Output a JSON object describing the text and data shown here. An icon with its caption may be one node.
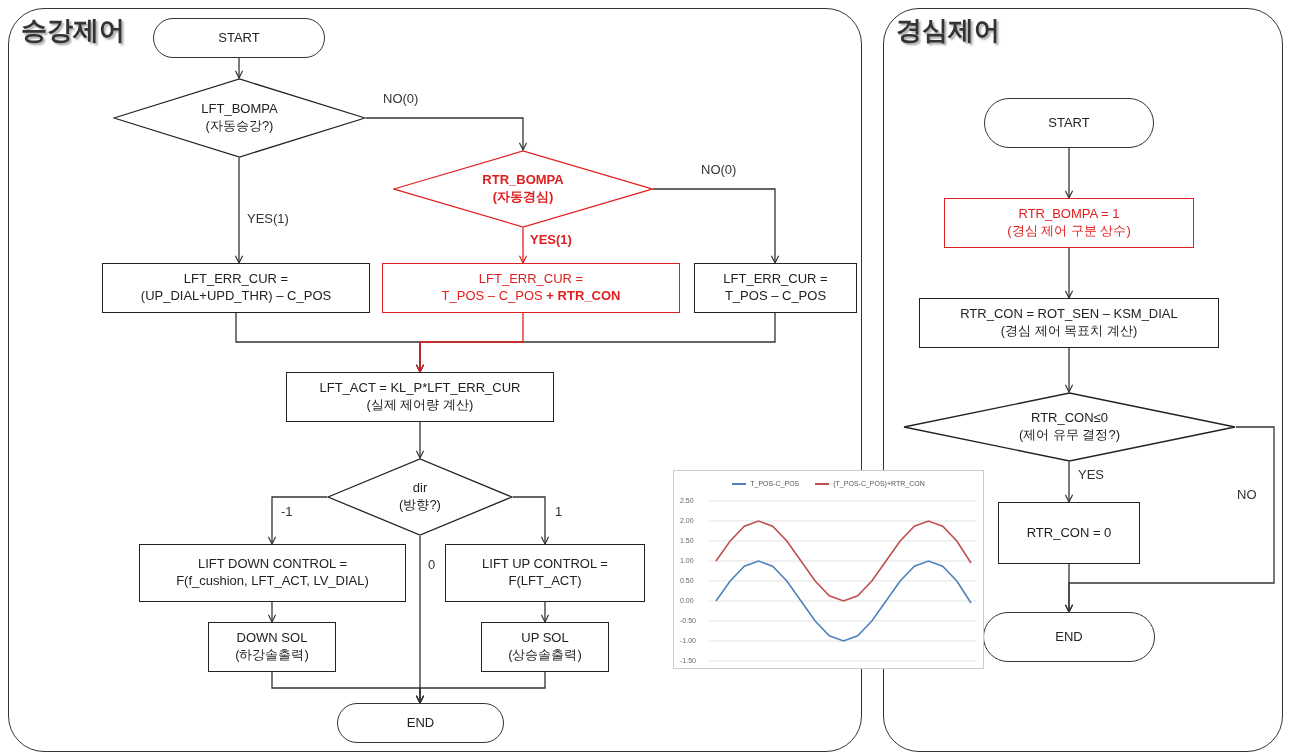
{
  "diagram": {
    "nodes": [
      {
        "text": [
          "승강제어"
        ]
      },
      {
        "text": [
          "START"
        ],
        "in": 0
      },
      {
        "text": [
          "LFT_BOMPA",
          "(자동승강?)"
        ],
        "in": 0
      },
      {
        "text": [
          "RTR_BOMPA",
          "(자동경심)"
        ],
        "in": 0
      },
      {
        "text": [
          "LFT_ERR_CUR =",
          "(UP_DIAL+UPD_THR) – C_POS"
        ],
        "in": 0
      },
      {
        "text": [
          "LFT_ERR_CUR =",
          "T_POS – C_POS **+ RTR_CON**"
        ],
        "in": 0
      },
      {
        "text": [
          "LFT_ERR_CUR =",
          "T_POS – C_POS"
        ],
        "in": 0
      },
      {
        "text": [
          "LFT_ACT = KL_P*LFT_ERR_CUR",
          "(실제 제어량 계산)"
        ],
        "in": 0
      },
      {
        "text": [
          "dir",
          "(방향?)"
        ],
        "in": 0
      },
      {
        "text": [
          "LIFT DOWN CONTROL =",
          "F(f_cushion, LFT_ACT, LV_DIAL)"
        ],
        "in": 0
      },
      {
        "text": [
          "LIFT UP CONTROL =",
          "F(LFT_ACT)"
        ],
        "in": 0
      },
      {
        "text": [
          "DOWN SOL",
          "(하강솔출력)"
        ],
        "in": 0
      },
      {
        "text": [
          "UP SOL",
          "(상승솔출력)"
        ],
        "in": 0
      },
      {
        "text": [
          "END"
        ],
        "in": 0
      },
      {
        "text": [
          "경심제어"
        ]
      },
      {
        "text": [
          "START"
        ],
        "in": 14
      },
      {
        "text": [
          "RTR_BOMPA = 1",
          "(경심 제어 구분 상수)"
        ],
        "in": 14
      },
      {
        "text": [
          "RTR_CON = ROT_SEN – KSM_DIAL",
          "(경심 제어 목표치 계산)"
        ],
        "in": 14
      },
      {
        "text": [
          "RTR_CON≤0",
          "(제어 유무 결정?)"
        ],
        "in": 14
      },
      {
        "text": [
          "RTR_CON = 0"
        ],
        "in": 14
      },
      {
        "text": [
          "END"
        ],
        "in": 14
      }
    ],
    "edges": [
      {
        "from": 1,
        "to": 2,
        "arrow": "to"
      },
      {
        "from": 2,
        "to": 3,
        "arrow": "to",
        "label": "NO(0)"
      },
      {
        "from": 2,
        "to": 4,
        "arrow": "to",
        "label": "YES(1)"
      },
      {
        "from": 3,
        "to": 5,
        "arrow": "to",
        "label": "YES(1)",
        "color": "#e02020"
      },
      {
        "from": 3,
        "to": 6,
        "arrow": "to",
        "label": "NO(0)"
      },
      {
        "from": 4,
        "to": 7,
        "arrow": "to"
      },
      {
        "from": 5,
        "to": 7,
        "arrow": "to",
        "color": "#e02020"
      },
      {
        "from": 6,
        "to": 7,
        "arrow": "to"
      },
      {
        "from": 7,
        "to": 8,
        "arrow": "to"
      },
      {
        "from": 8,
        "to": 9,
        "arrow": "to",
        "label": "-1"
      },
      {
        "from": 8,
        "to": 10,
        "arrow": "to",
        "label": "1"
      },
      {
        "from": 8,
        "to": 13,
        "arrow": "to",
        "label": "0"
      },
      {
        "from": 9,
        "to": 11,
        "arrow": "to"
      },
      {
        "from": 10,
        "to": 12,
        "arrow": "to"
      },
      {
        "from": 11,
        "to": 13,
        "arrow": "to"
      },
      {
        "from": 12,
        "to": 13,
        "arrow": "to"
      },
      {
        "from": 15,
        "to": 16,
        "arrow": "to"
      },
      {
        "from": 16,
        "to": 17,
        "arrow": "to"
      },
      {
        "from": 17,
        "to": 18,
        "arrow": "to"
      },
      {
        "from": 18,
        "to": 19,
        "arrow": "to",
        "label": "YES"
      },
      {
        "from": 18,
        "to": 20,
        "arrow": "to",
        "label": "NO"
      },
      {
        "from": 19,
        "to": 20,
        "arrow": "to"
      }
    ],
    "chart_data": {
      "type": "line",
      "grid": true,
      "legend": "top",
      "ylim": [
        -1.5,
        2.5
      ],
      "yticks": [
        {
          "value": 2.5,
          "label": "2.50"
        },
        {
          "value": 2,
          "label": "2.00"
        },
        {
          "value": 1.5,
          "label": "1.50"
        },
        {
          "value": 1,
          "label": "1.00"
        },
        {
          "value": 0.5,
          "label": "0.50"
        },
        {
          "value": 0,
          "label": "0.00"
        },
        {
          "value": -0.5,
          "label": "-0.50"
        },
        {
          "value": -1,
          "label": "-1.00"
        },
        {
          "value": -1.5,
          "label": "-1.50"
        }
      ],
      "series": [
        {
          "name": "T_POS-C_POS",
          "color": "#4f81bd",
          "values": [
            0,
            0.5,
            0.87,
            1,
            0.87,
            0.5,
            0,
            -0.5,
            -0.87,
            -1,
            -0.87,
            -0.5,
            0,
            0.5,
            0.87,
            1,
            0.87,
            0.5,
            -0.05
          ]
        },
        {
          "name": "(T_POS-C_POS)+RTR_CON",
          "color": "#c0504d",
          "values": [
            1,
            1.5,
            1.87,
            2,
            1.87,
            1.5,
            1,
            0.5,
            0.13,
            0,
            0.13,
            0.5,
            1,
            1.5,
            1.87,
            2,
            1.87,
            1.5,
            0.95
          ]
        }
      ]
    }
  }
}
